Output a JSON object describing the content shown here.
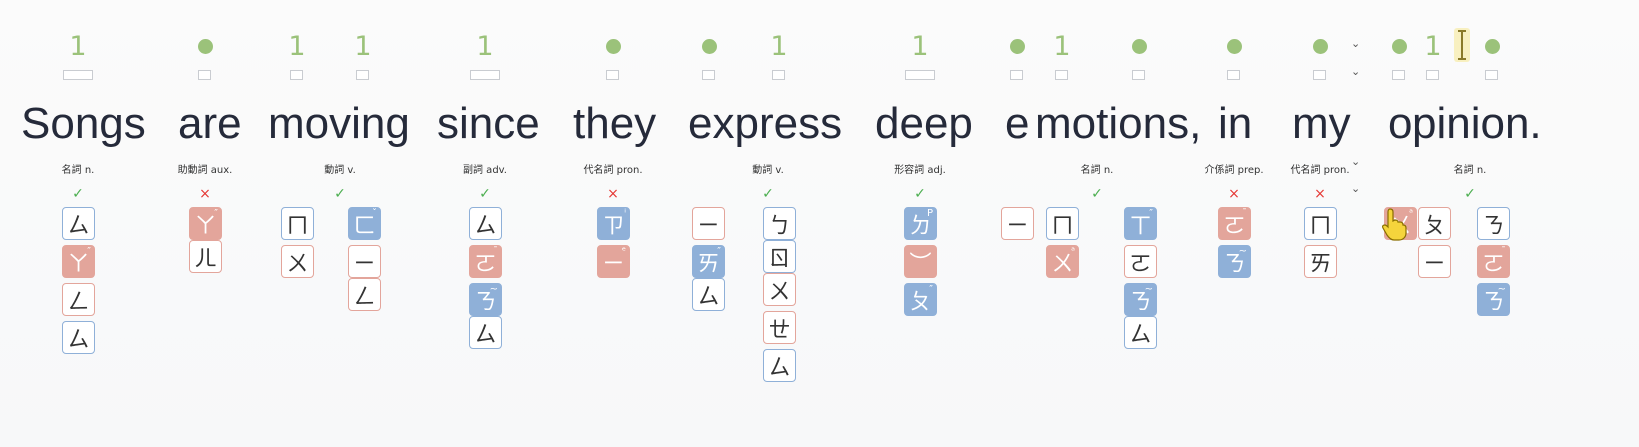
{
  "counts": [
    "1",
    "1",
    "1",
    "1",
    "1",
    "1",
    "1",
    "1"
  ],
  "words": [
    "Songs",
    "are",
    "moving",
    "since",
    "they",
    "express",
    "deep",
    "e",
    "motions,",
    "in",
    "my",
    "o",
    "pinion."
  ],
  "pos": [
    "名詞 n.",
    "助動詞 aux.",
    "動詞 v.",
    "副詞 adv.",
    "代名詞 pron.",
    "動詞 v.",
    "形容詞 adj.",
    "名詞 n.",
    "介係詞 prep.",
    "代名詞 pron.",
    "名詞 n."
  ],
  "marks": [
    "✓",
    "×",
    "✓",
    "✓",
    "×",
    "✓",
    "✓",
    "✓",
    "×",
    "×",
    "✓"
  ],
  "chevron": "⌄",
  "colors": {
    "green": "#9bc27a",
    "blue": "#8fb0d8",
    "red": "#e3a59b",
    "ok": "#4caf50",
    "bad": "#e53935",
    "text": "#252a3a"
  },
  "tiles": {
    "songs": [
      "ㄙ",
      "ㄚ",
      "ㄥ",
      "ㄙ"
    ],
    "are": [
      "ㄚ",
      "ㄦ"
    ],
    "moving_a": [
      "ㄇ",
      "ㄨ"
    ],
    "moving_b": [
      "ㄈ",
      "ㄧ",
      "ㄥ"
    ],
    "since": [
      "ㄙ",
      "ㄛ",
      "ㄋ",
      "ㄙ"
    ],
    "they": [
      "ㄗ",
      "ㄧ"
    ],
    "express_a": [
      "ㄧ",
      "ㄞ",
      "ㄙ"
    ],
    "express_b": [
      "ㄅ",
      "ㄖ",
      "ㄨ",
      "ㄝ",
      "ㄙ"
    ],
    "deep": [
      "ㄉ",
      "︶",
      "ㄆ"
    ],
    "emotions_a": [
      "ㄧ"
    ],
    "emotions_b": [
      "ㄇ",
      "ㄨ"
    ],
    "emotions_c": [
      "ㄒ",
      "ㄛ",
      "ㄋ",
      "ㄙ"
    ],
    "in": [
      "ㄛ",
      "ㄋ"
    ],
    "my": [
      "ㄇ",
      "ㄞ"
    ],
    "opinion_a": [
      "ㄨ"
    ],
    "opinion_b": [
      "ㄆ",
      "ㄧ"
    ],
    "opinion_c": [
      "ㄋ",
      "ㄛ",
      "ㄋ"
    ]
  },
  "tones": {
    "t1": "P",
    "t2": "ˇ",
    "t3": "~",
    "t4": "¯",
    "t5": "ⁱ",
    "t6": "ᵉ",
    "t7": "ᵗ",
    "t8": "″",
    "t9": "ᵖ",
    "t10": "ᵃ"
  }
}
